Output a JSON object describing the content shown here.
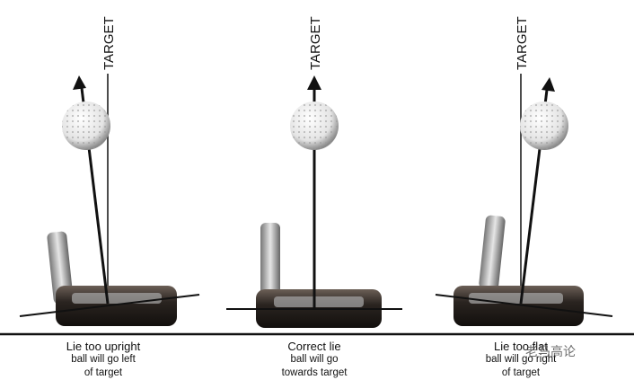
{
  "target_label": "TARGET",
  "panels": [
    {
      "title": "Lie too upright",
      "line1": "ball will go left",
      "line2": "of target"
    },
    {
      "title": "Correct lie",
      "line1": "ball will go",
      "line2": "towards target"
    },
    {
      "title": "Lie too flat",
      "line1": "ball will go right",
      "line2": "of target"
    }
  ],
  "watermark": "老马高论",
  "colors": {
    "line": "#111111",
    "putter_dark": "#2a2420",
    "putter_light": "#b9b9b9"
  }
}
